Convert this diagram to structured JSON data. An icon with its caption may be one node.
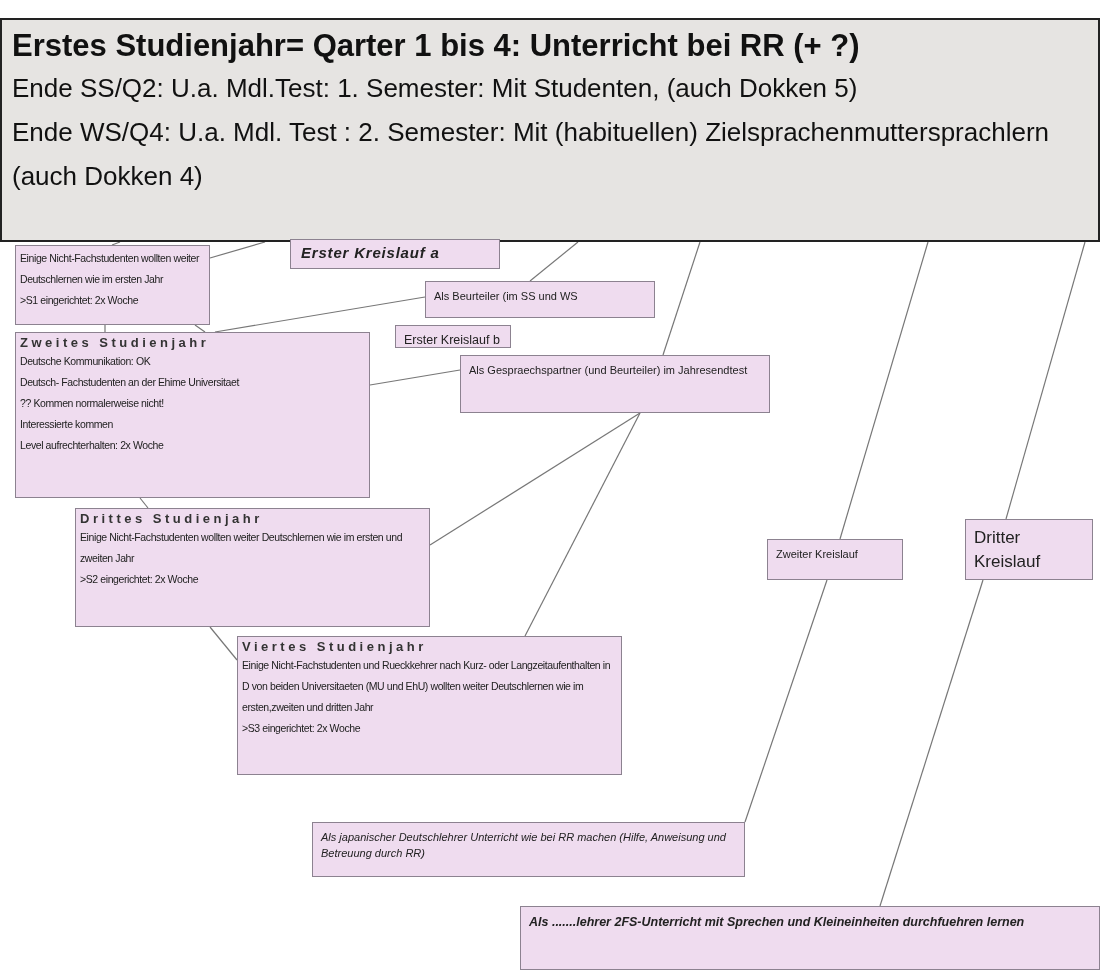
{
  "diagram": {
    "nodes": [
      {
        "text": [
          "Erstes Studienjahr= Qarter 1 bis  4: Unterricht bei RR (+ ?)",
          "Ende SS/Q2: U.a. Mdl.Test: 1. Semester: Mit Studenten, (auch Dokken 5)",
          "Ende WS/Q4: U.a. Mdl. Test : 2. Semester: Mit (habituellen) Zielsprachenmuttersprachlern (auch Dokken 4)"
        ]
      },
      {
        "text": [
          "Einige Nicht-Fachstudenten wollten weiter Deutschlernen wie im ersten Jahr",
          ">S1 eingerichtet: 2x Woche"
        ]
      },
      {
        "text": [
          "Erster Kreislauf a"
        ]
      },
      {
        "text": [
          "Als Beurteiler (im SS und WS"
        ]
      },
      {
        "text": [
          "Erster Kreislauf b"
        ]
      },
      {
        "text": [
          "Zweites Studienjahr",
          "Deutsche Kommunikation: OK",
          "Deutsch- Fachstudenten an der Ehime Universitaet",
          "?? Kommen normalerweise nicht!",
          "Interessierte kommen",
          "Level aufrechterhalten: 2x Woche"
        ]
      },
      {
        "text": [
          "Als Gespraechspartner (und Beurteiler)  im Jahresendtest"
        ]
      },
      {
        "text": [
          "Drittes Studienjahr",
          "Einige Nicht-Fachstudenten wollten weiter Deutschlernen wie im ersten und zweiten Jahr",
          ">S2 eingerichtet: 2x Woche"
        ]
      },
      {
        "text": [
          "Zweiter Kreislauf"
        ]
      },
      {
        "text": [
          "Dritter Kreislauf"
        ]
      },
      {
        "text": [
          "Viertes Studienjahr",
          "Einige Nicht-Fachstudenten und Rueckkehrer nach Kurz- oder Langzeitaufenthalten in D von beiden Universitaeten (MU und EhU) wollten weiter Deutschlernen wie im ersten,zweiten und dritten Jahr",
          ">S3 eingerichtet: 2x Woche"
        ]
      },
      {
        "text": [
          "Als japanischer Deutschlehrer Unterricht wie bei RR machen (Hilfe, Anweisung und Betreuung durch RR)"
        ]
      },
      {
        "text": [
          "Als .......lehrer  2FS-Unterricht mit Sprechen und Kleineinheiten durchfuehren lernen"
        ]
      }
    ],
    "edges": [
      {
        "from": 0,
        "to": 1,
        "arrow": "none"
      },
      {
        "from": 0,
        "to": 1,
        "arrow": "none"
      },
      {
        "from": 1,
        "to": 5,
        "arrow": "none"
      },
      {
        "from": 1,
        "to": 5,
        "arrow": "none"
      },
      {
        "from": 5,
        "to": 3,
        "arrow": "none"
      },
      {
        "from": 3,
        "to": 0,
        "arrow": "none"
      },
      {
        "from": 5,
        "to": 6,
        "arrow": "none"
      },
      {
        "from": 6,
        "to": 0,
        "arrow": "none"
      },
      {
        "from": 6,
        "to": 7,
        "arrow": "none"
      },
      {
        "from": 6,
        "to": 10,
        "arrow": "none"
      },
      {
        "from": 5,
        "to": 7,
        "arrow": "none"
      },
      {
        "from": 7,
        "to": 10,
        "arrow": "none"
      },
      {
        "from": 0,
        "to": 8,
        "arrow": "none"
      },
      {
        "from": 8,
        "to": 11,
        "arrow": "none"
      },
      {
        "from": 0,
        "to": 9,
        "arrow": "none"
      },
      {
        "from": 9,
        "to": 12,
        "arrow": "none"
      }
    ]
  }
}
